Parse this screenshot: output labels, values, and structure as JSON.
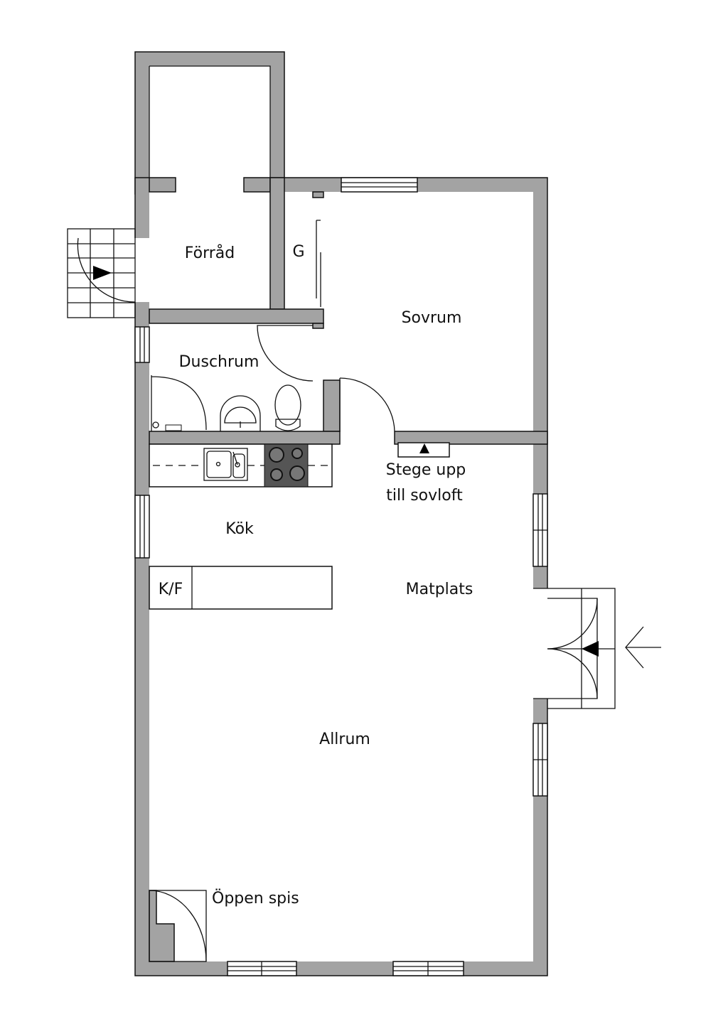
{
  "plan": {
    "rooms": {
      "forrad": "Förråd",
      "garderob": "G",
      "sovrum": "Sovrum",
      "duschrum": "Duschrum",
      "kok": "Kök",
      "kyl_frys": "K/F",
      "stege_line1": "Stege upp",
      "stege_line2": "till sovloft",
      "matplats": "Matplats",
      "allrum": "Allrum",
      "oppen_spis": "Öppen spis"
    },
    "colors": {
      "wall": "#a3a3a3",
      "stove": "#555555"
    }
  }
}
